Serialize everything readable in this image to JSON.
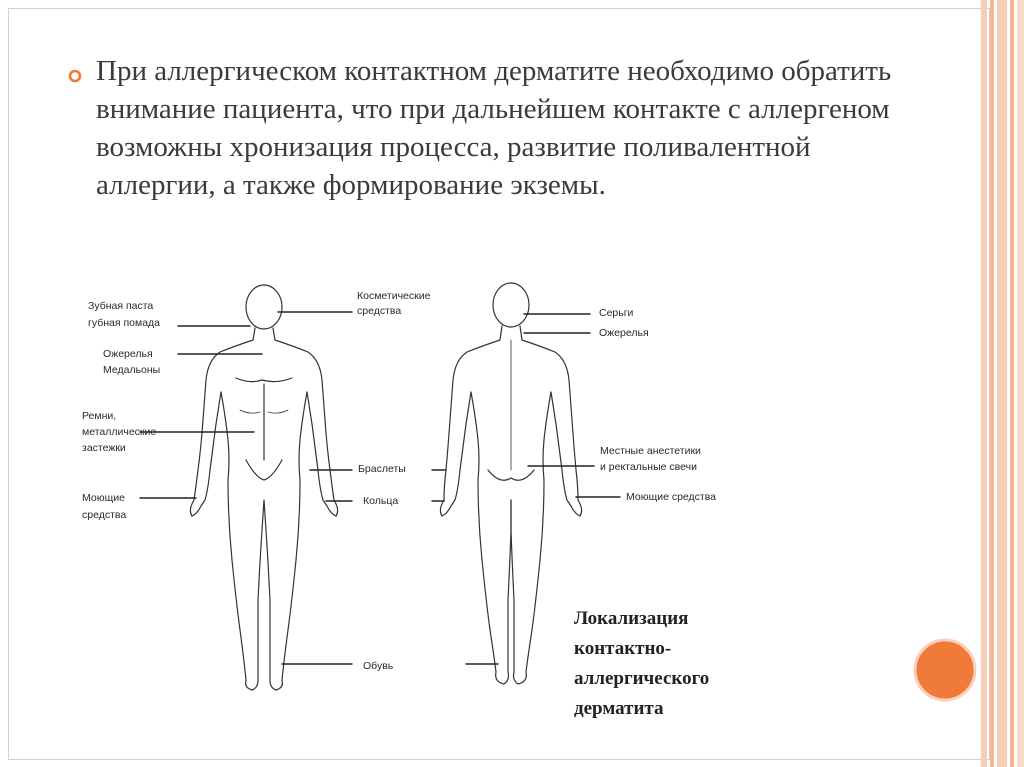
{
  "slide": {
    "bullet_text": "При аллергическом контактном дерматите необходимо обратить внимание пациента, что при дальнейшем контакте с аллергеном возможны хронизация процесса, развитие поливалентной аллергии, а также формирование экземы.",
    "colors": {
      "accent": "#f07a3a",
      "stripe_light": "#f8cdb6",
      "stripe_mid": "#f3b598",
      "text": "#3b3b3b"
    }
  },
  "figure": {
    "labels": {
      "toothpaste": "Зубная паста",
      "lipstick": "губная помада",
      "necklaces_front": "Ожерелья",
      "medallions": "Медальоны",
      "belts": "Ремни,",
      "metal": "металлические",
      "clasps": "застежки",
      "detergents_left_1": "Моющие",
      "detergents_left_2": "средства",
      "cosmetics_1": "Косметические",
      "cosmetics_2": "средства",
      "bracelets": "Браслеты",
      "rings": "Кольца",
      "shoes": "Обувь",
      "earrings": "Серьги",
      "necklaces_back": "Ожерелья",
      "anesthetics_1": "Местные анестетики",
      "anesthetics_2": "и ректальные свечи",
      "detergents_right": "Моющие средства"
    }
  },
  "caption": {
    "line1": "Локализация",
    "line2": "контактно-",
    "line3": "аллергического",
    "line4": "дерматита"
  }
}
